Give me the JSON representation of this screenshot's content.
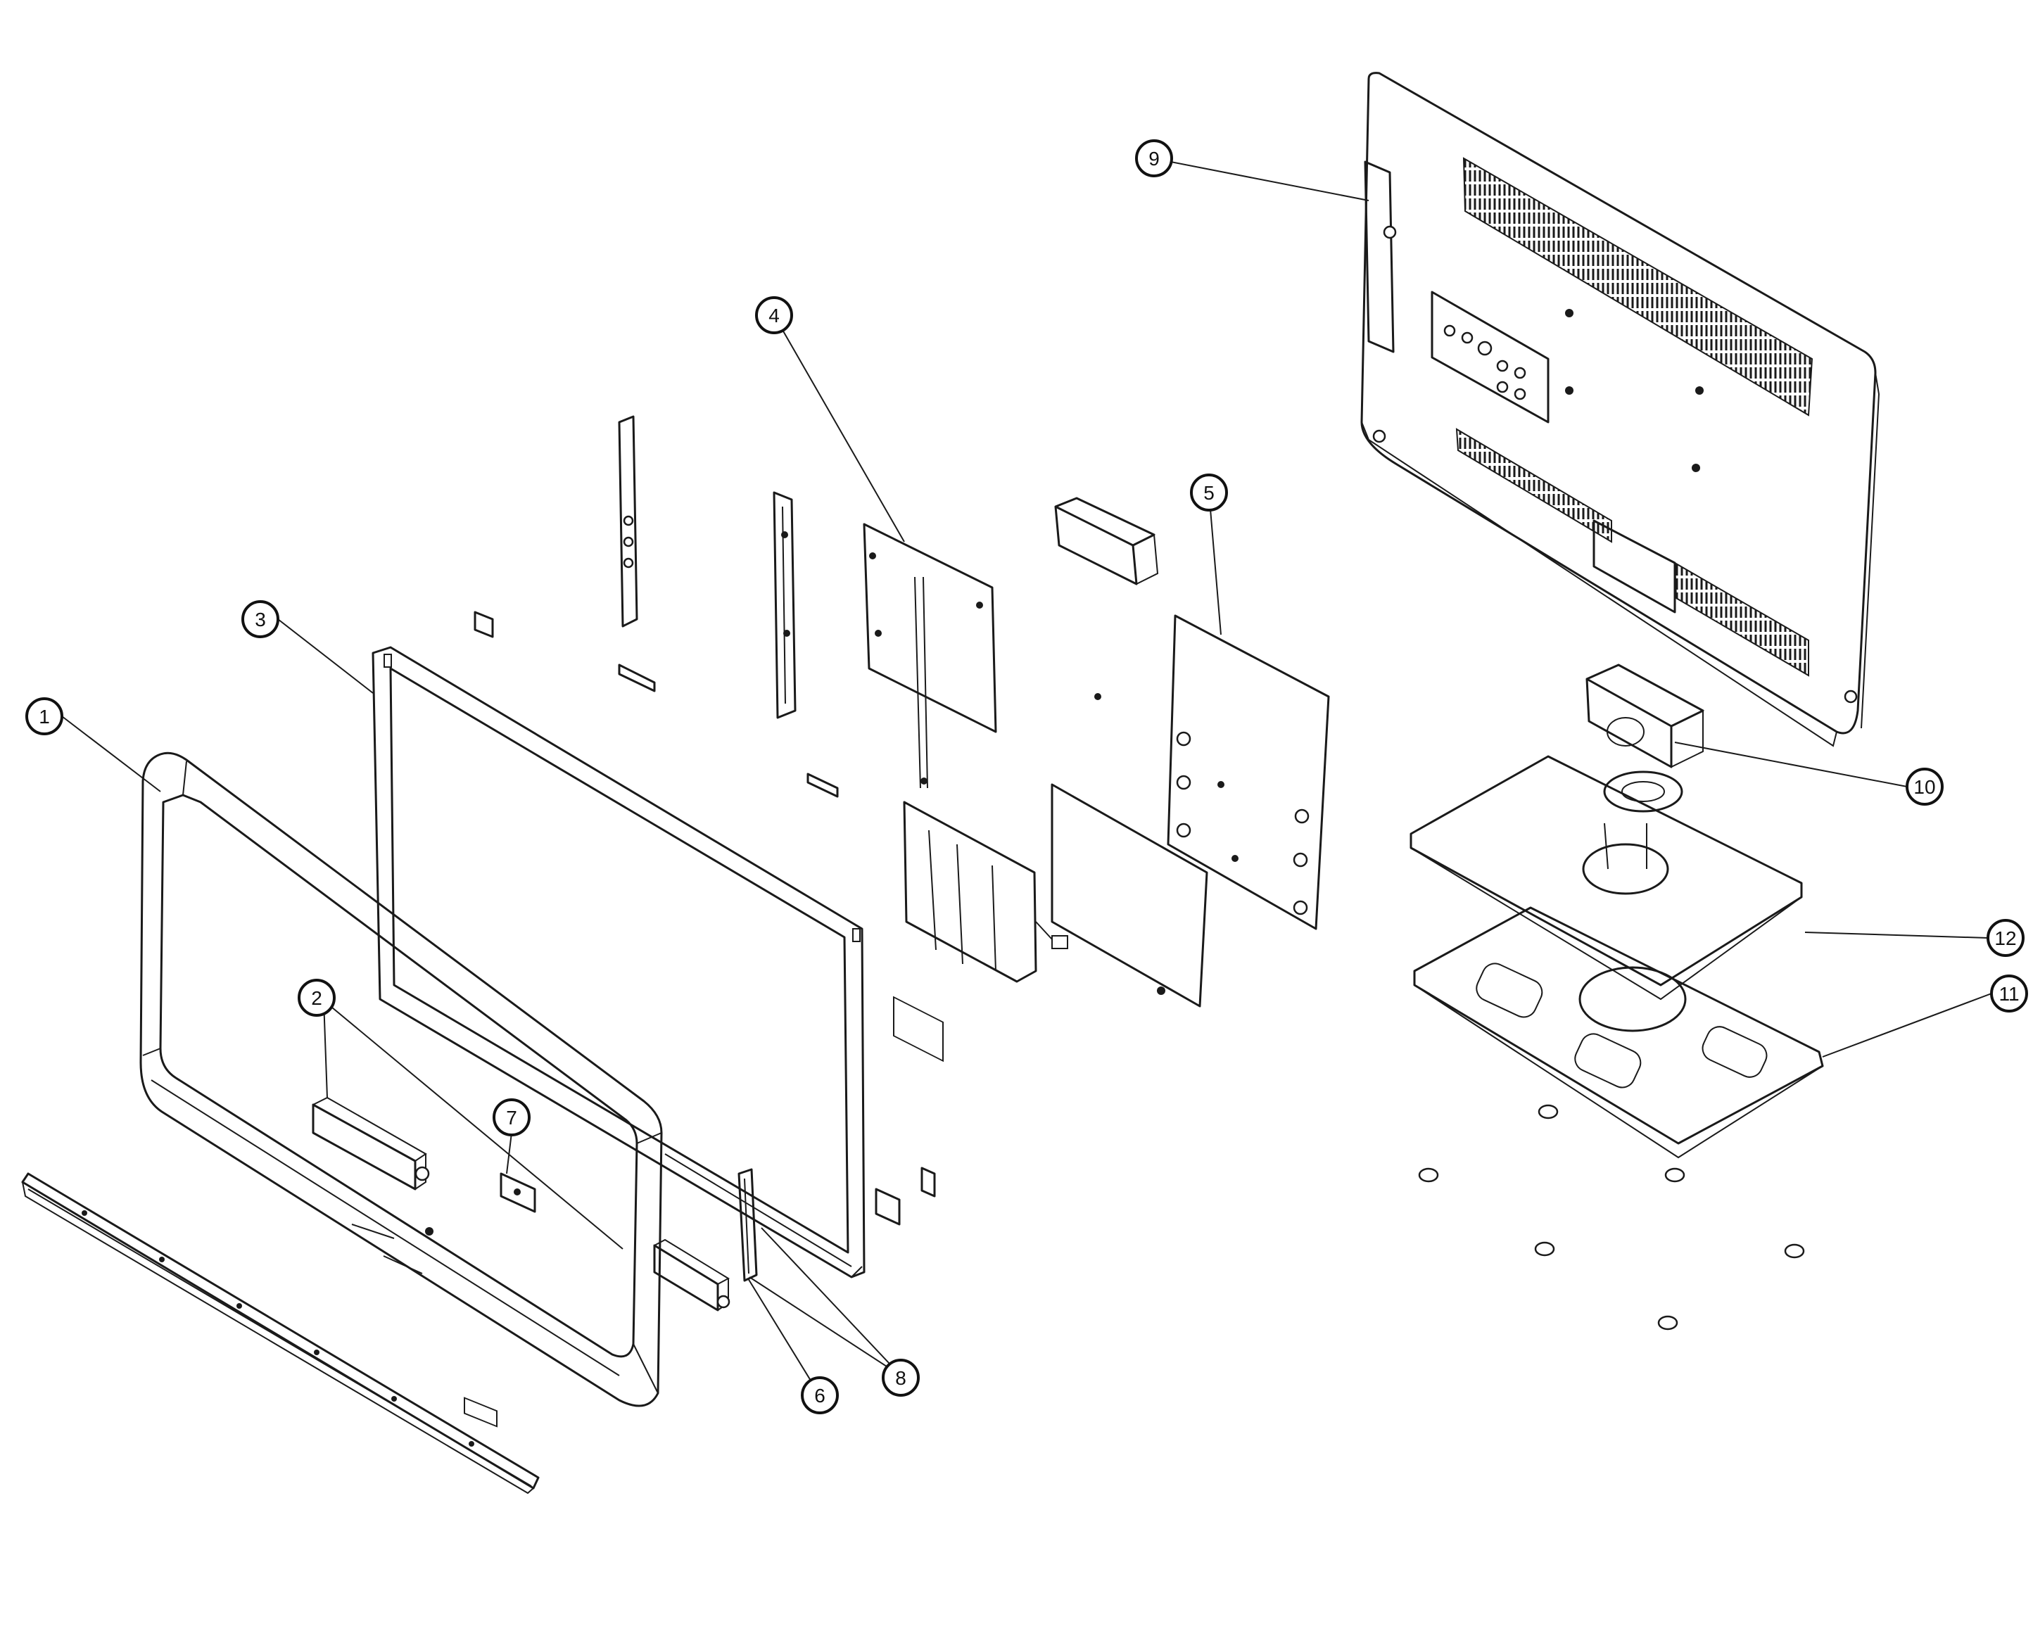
{
  "callouts": [
    {
      "number": "1"
    },
    {
      "number": "2"
    },
    {
      "number": "3"
    },
    {
      "number": "4"
    },
    {
      "number": "5"
    },
    {
      "number": "6"
    },
    {
      "number": "7"
    },
    {
      "number": "8"
    },
    {
      "number": "9"
    },
    {
      "number": "10"
    },
    {
      "number": "11"
    },
    {
      "number": "12"
    }
  ]
}
